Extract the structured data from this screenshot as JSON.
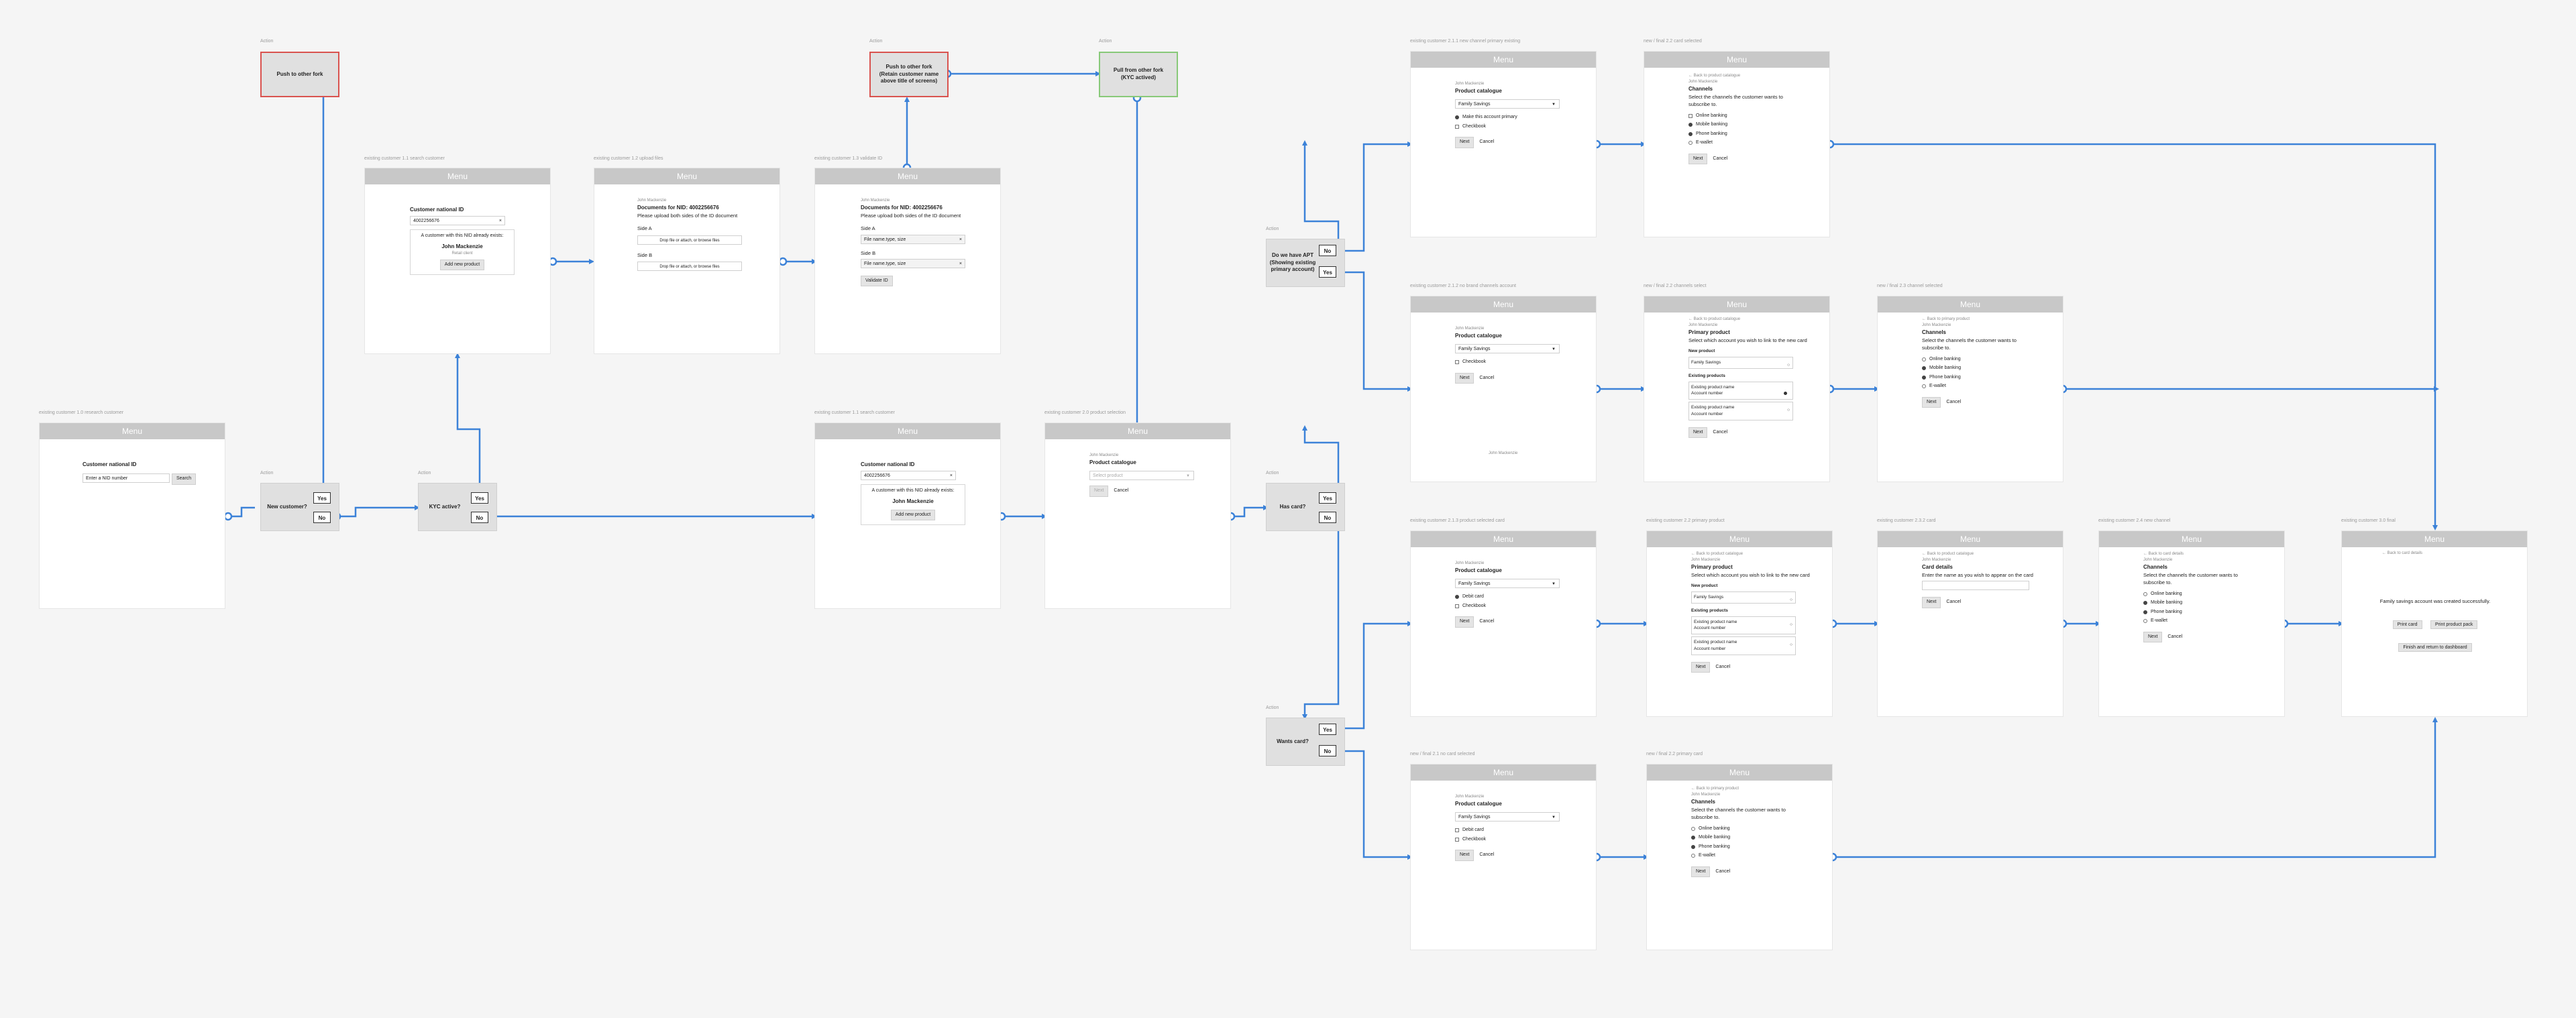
{
  "common": {
    "menu": "Menu",
    "next": "Next",
    "cancel": "Cancel",
    "choose_file": "Drop file or attach, or browse files"
  },
  "captions": {
    "action": "Action",
    "f1": "existing customer 1.0 research customer",
    "f2": "existing customer 1.1 search customer",
    "f3": "existing customer 1.2 upload files",
    "f4": "existing customer 1.3 validate ID",
    "f5": "existing customer 1.1 search customer",
    "f6": "existing customer 2.0 product selection",
    "f7": "existing customer 2.1.1 new channel primary existing",
    "f8": "new / final 2.2 card selected",
    "f9": "existing customer 2.1.2 no brand channels account",
    "f10": "new / final 2.2 channels select",
    "f11": "new / final 2.3 channel selected",
    "f12": "existing customer 2.1.3 product selected card",
    "f13": "existing customer 2.2 primary product",
    "f14": "existing customer 2.3.2 card",
    "f15": "existing customer 2.4 new channel",
    "f16": "existing customer 3.0 final",
    "f17": "new / final 2.1 no card selected",
    "f18": "new / final 2.2 primary card"
  },
  "actions": {
    "push_old": "Push to other fork",
    "push_new": "Push to other fork\n(Retain customer name above title of screens)",
    "pull": "Pull from other fork\n(KYC actived)"
  },
  "decisions": {
    "new_customer": "New customer?",
    "kyc": "KYC active?",
    "has_card": "Has card?",
    "has_apt": "Do we have APT (Showing existing primary account)",
    "wants_card": "Wants card?",
    "yes": "Yes",
    "no": "No"
  },
  "search_screen": {
    "title": "Customer national ID",
    "placeholder": "Enter a NID number",
    "button": "Search"
  },
  "found_screen": {
    "title": "Customer national ID",
    "value": "4002256676",
    "message": "A customer with this NID already exists:",
    "name": "John Mackenzie",
    "sub": "Retail client",
    "button": "Add new product"
  },
  "docs_screen": {
    "user": "John Mackenzie",
    "title": "Documents for NID: 4002256676",
    "desc": "Please upload both sides of the ID document",
    "side_a": "Side A",
    "side_b": "Side B"
  },
  "validate_screen": {
    "user": "John Mackenzie",
    "title": "Documents for NID: 4002256676",
    "desc": "Please upload both sides of the ID document",
    "side_a": "Side A",
    "side_b": "Side B",
    "file": "File name.type, size",
    "button": "Validate ID"
  },
  "catalogue": {
    "user": "John Mackenzie",
    "title": "Product catalogue",
    "placeholder": "Select product",
    "selected": "Family Savings",
    "make_primary": "Make this account primary",
    "checkbook": "Checkbook",
    "debit_card": "Debit card"
  },
  "channels": {
    "back": "Back to product catalogue",
    "back2": "Back to primary product",
    "back3": "Back to card details",
    "user": "John Mackenzie",
    "title": "Channels",
    "desc": "Select the channels the customer wants to subscribe to.",
    "items": [
      "Online banking",
      "Mobile banking",
      "Phone banking",
      "E-wallet"
    ]
  },
  "primary": {
    "back": "Back to product catalogue",
    "user": "John Mackenzie",
    "title": "Primary product",
    "desc": "Select which account you wish to link to the new card",
    "new_label": "New product",
    "new_value": "Family Savings",
    "existing_label": "Existing products",
    "existing_a": "Existing product name",
    "existing_b": "Account number"
  },
  "card": {
    "back": "Back to product catalogue",
    "user": "John Mackenzie",
    "title": "Card details",
    "desc": "Enter the name as you wish to appear on the card"
  },
  "final": {
    "back": "Back to card details",
    "message": "Family savings account was created successfully.",
    "print_card": "Print card",
    "print_pack": "Print product pack",
    "finish": "Finish and return to dashboard"
  }
}
